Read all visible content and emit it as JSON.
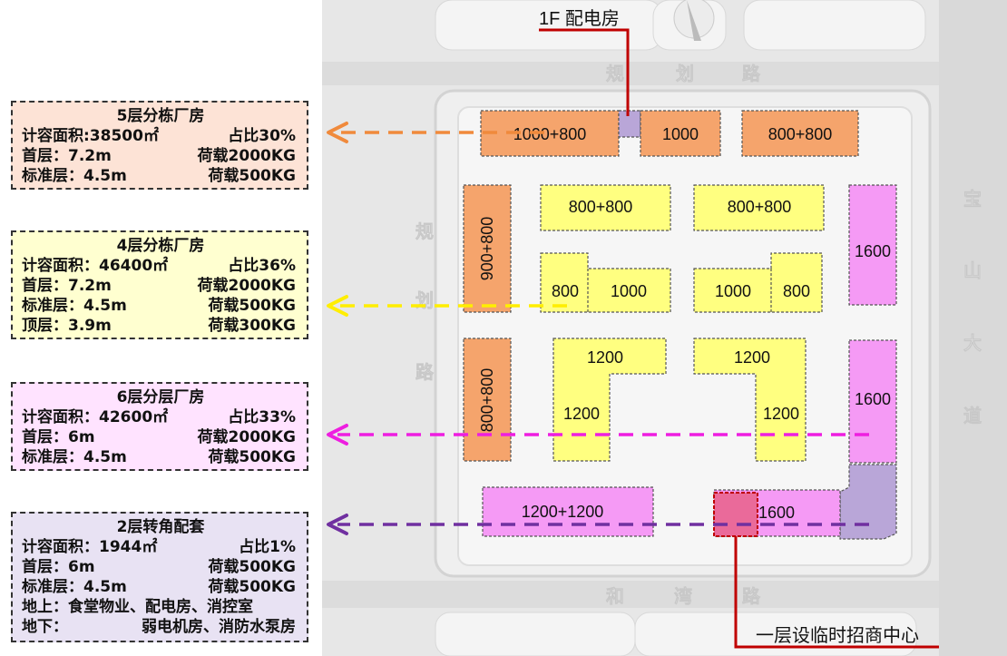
{
  "legends": [
    {
      "title": "5层分栋厂房",
      "rows": [
        [
          "计容面积:38500㎡",
          "占比30%"
        ],
        [
          "首层：7.2m",
          "荷载2000KG"
        ],
        [
          "标准层：4.5m",
          "荷载500KG"
        ]
      ]
    },
    {
      "title": "4层分栋厂房",
      "rows": [
        [
          "计容面积：46400㎡",
          "占比36%"
        ],
        [
          "首层：7.2m",
          "荷载2000KG"
        ],
        [
          "标准层：4.5m",
          "荷载500KG"
        ],
        [
          "顶层：3.9m",
          "荷载300KG"
        ]
      ]
    },
    {
      "title": "6层分层厂房",
      "rows": [
        [
          "计容面积：42600㎡",
          "占比33%"
        ],
        [
          "首层：6m",
          "荷载2000KG"
        ],
        [
          "标准层：4.5m",
          "荷载500KG"
        ]
      ]
    },
    {
      "title": "2层转角配套",
      "rows": [
        [
          "计容面积：1944㎡",
          "占比1%"
        ],
        [
          "首层：6m",
          "荷载500KG"
        ],
        [
          "标准层：4.5m",
          "荷载500KG"
        ],
        [
          "地上：食堂物业、配电房、消控室",
          ""
        ],
        [
          "地下：",
          "弱电机房、消防水泵房"
        ]
      ]
    }
  ],
  "callouts": {
    "top": "1F 配电房",
    "bottom": "一层设临时招商中心"
  },
  "roads": {
    "top": [
      "规",
      "划",
      "路"
    ],
    "left": [
      "规",
      "划",
      "路"
    ],
    "right": [
      "宝",
      "山",
      "大",
      "道"
    ],
    "bottom": [
      "和",
      "湾",
      "路"
    ]
  },
  "buildings": {
    "b1": "1000+800",
    "b2": "1000",
    "b3": "800+800",
    "b4": "900+800",
    "b5": "800+800",
    "b6": "800+800",
    "b7": "1600",
    "b8": "800",
    "b9": "1000",
    "b10": "1000",
    "b11": "800",
    "b12": "800+800",
    "b13": "1200",
    "b14": "1200",
    "b15": "1200",
    "b16": "1200",
    "b17": "1600",
    "b18": "1200+1200",
    "b19": "1600"
  },
  "colors": {
    "orange": "#f5a46c",
    "yellow": "#ffff80",
    "pink": "#f59af5",
    "purple": "#b9a6d8",
    "red": "#c00000",
    "arrow_orange": "#f08a3c",
    "arrow_yellow": "#ffee00",
    "arrow_pink": "#ee1ee0",
    "arrow_purple": "#7030a0"
  }
}
